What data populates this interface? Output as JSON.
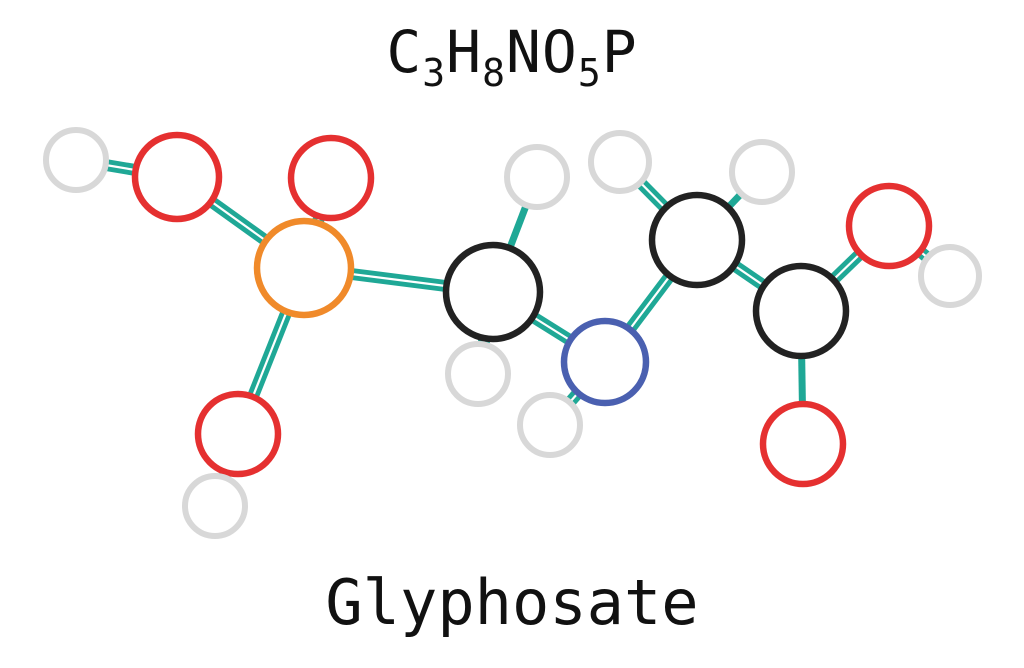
{
  "formula": {
    "parts": [
      {
        "text": "C",
        "sub": "3"
      },
      {
        "text": "H",
        "sub": "8"
      },
      {
        "text": "N",
        "sub": ""
      },
      {
        "text": "O",
        "sub": "5"
      },
      {
        "text": "P",
        "sub": ""
      }
    ]
  },
  "name": "Glyphosate",
  "colors": {
    "oxygen": "#e53030",
    "hydrogen": "#d8d8d8",
    "carbon": "#222222",
    "nitrogen": "#4a60b0",
    "phosphorus": "#f08a2a",
    "bond": "#1fa896"
  },
  "atoms": [
    {
      "element": "H"
    },
    {
      "element": "O"
    },
    {
      "element": "O"
    },
    {
      "element": "P"
    },
    {
      "element": "O"
    },
    {
      "element": "H"
    },
    {
      "element": "C"
    },
    {
      "element": "H"
    },
    {
      "element": "H"
    },
    {
      "element": "N"
    },
    {
      "element": "H"
    },
    {
      "element": "C"
    },
    {
      "element": "H"
    },
    {
      "element": "H"
    },
    {
      "element": "C"
    },
    {
      "element": "O"
    },
    {
      "element": "H"
    },
    {
      "element": "O"
    }
  ]
}
